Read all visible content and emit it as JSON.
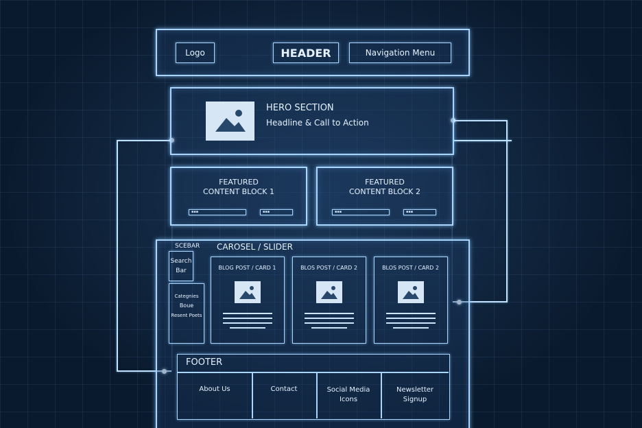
{
  "header": {
    "logo": "Logo",
    "title": "HEADER",
    "nav": "Navigation Menu"
  },
  "hero": {
    "title": "HERO SECTION",
    "subtitle": "Headline & Call to Action"
  },
  "featured": [
    {
      "line1": "FEATURED",
      "line2": "CONTENT BLOCK 1"
    },
    {
      "line1": "FEATURED",
      "line2": "CONTENT BLOCK 2"
    }
  ],
  "sidebar": {
    "label": "SCEBAR",
    "search": [
      "Search",
      "Bar"
    ],
    "categories": [
      "Categnies",
      "Boue",
      "Resent Poets"
    ]
  },
  "carousel": {
    "title": "CAROSEL / SLIDER",
    "cards": [
      "BLOG POST / CARD 1",
      "BLOS POST / CARD 2",
      "BLOS POST / CARD 2"
    ]
  },
  "footer": {
    "title": "FOOTER",
    "cells": [
      [
        "About Us"
      ],
      [
        "Contact"
      ],
      [
        "Social Media",
        "Icons"
      ],
      [
        "Newsletter",
        "Signup"
      ]
    ]
  },
  "colors": {
    "background": "#0a1a2e",
    "line": "#a8d6ff",
    "text": "#e6f2ff"
  },
  "icons": [
    "image-placeholder-icon"
  ]
}
